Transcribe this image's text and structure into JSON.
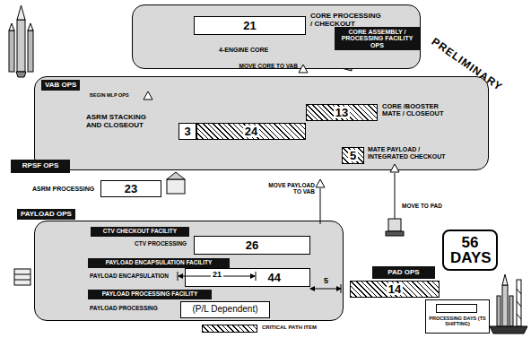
{
  "diagram": {
    "nodes": [
      {
        "text": [
          "CORE ASSEMBLY / PROCESSING FACILITY OPS"
        ]
      },
      {
        "text": [
          "21"
        ],
        "in": 0
      },
      {
        "text": [
          "VAB OPS"
        ]
      },
      {
        "text": [
          "3"
        ],
        "in": 2
      },
      {
        "text": [
          "24"
        ],
        "in": 2
      },
      {
        "text": [
          "13"
        ],
        "in": 2
      },
      {
        "text": [
          "5"
        ],
        "in": 2
      },
      {
        "text": [
          "RPSF OPS"
        ]
      },
      {
        "text": [
          "23"
        ]
      },
      {
        "text": [
          "PAYLOAD OPS"
        ]
      },
      {
        "text": [
          "CTV CHECKOUT FACILITY"
        ],
        "in": 9
      },
      {
        "text": [
          "26"
        ],
        "in": 9
      },
      {
        "text": [
          "PAYLOAD ENCAPSULATION FACILITY"
        ],
        "in": 9
      },
      {
        "text": [
          "44"
        ],
        "in": 9
      },
      {
        "text": [
          "PAYLOAD PROCESSING FACILITY"
        ],
        "in": 9
      },
      {
        "text": [
          "(P/L Dependent)"
        ],
        "in": 9
      },
      {
        "text": [
          "PAD OPS"
        ]
      },
      {
        "text": [
          "14"
        ]
      },
      {
        "text": [
          "56 DAYS"
        ]
      }
    ],
    "labels": [
      "CORE PROCESSING / CHECKOUT",
      "4-ENGINE CORE",
      "PRELIMINARY",
      "MOVE CORE TO VAB",
      "BEGIN MLP OPS",
      "ASRM STACKING AND CLOSEOUT",
      "CORE /BOOSTER MATE / CLOSEOUT",
      "MATE PAYLOAD / INTEGRATED CHECKOUT",
      "ASRM PROCESSING",
      "MOVE PAYLOAD TO VAB",
      "MOVE TO PAD",
      "CTV PROCESSING",
      "PAYLOAD ENCAPSULATION",
      "21",
      "5",
      "PAYLOAD PROCESSING"
    ],
    "legend": [
      {
        "text": "CRITICAL PATH ITEM"
      },
      {
        "text": "PROCESSING DAYS (TS SHIFTING)"
      }
    ]
  }
}
